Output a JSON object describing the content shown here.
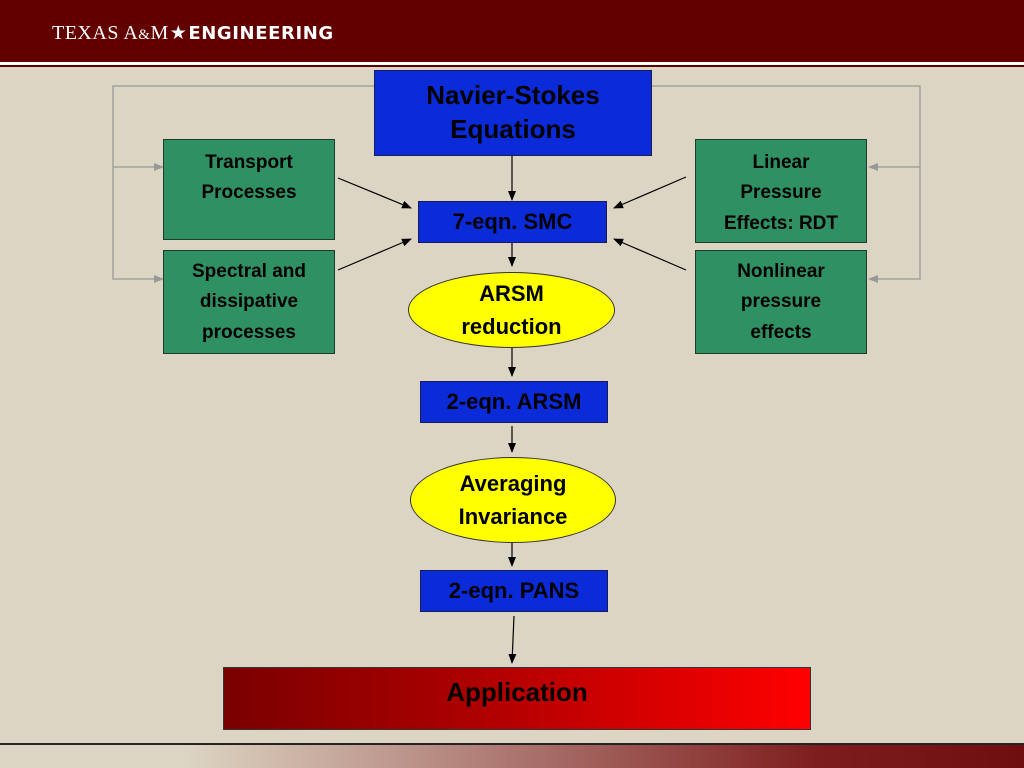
{
  "header": {
    "org": "TEXAS A",
    "amp": "&",
    "org_end": "M",
    "star": "★",
    "college": "ENGINEERING"
  },
  "nodes": {
    "navier_stokes": [
      "Navier-Stokes",
      "Equations"
    ],
    "transport": [
      "Transport",
      "Processes"
    ],
    "spectral": [
      "Spectral and",
      "dissipative",
      "processes"
    ],
    "linear_pressure": [
      "Linear",
      "Pressure",
      "Effects: RDT"
    ],
    "nonlinear_pressure": [
      "Nonlinear",
      "pressure",
      "effects"
    ],
    "smc7": "7-eqn. SMC",
    "arsm_reduction": [
      "ARSM",
      "reduction"
    ],
    "arsm2": "2-eqn. ARSM",
    "averaging_invariance": [
      "Averaging",
      "Invariance"
    ],
    "pans2": "2-eqn. PANS",
    "application": "Application"
  },
  "colors": {
    "header": "#620000",
    "background": "#ddd5c3",
    "blue_box": "#0b2ad8",
    "green_box": "#2f9163",
    "ellipse": "#ffff00",
    "application_start": "#7a0000",
    "application_end": "#ff0000"
  }
}
